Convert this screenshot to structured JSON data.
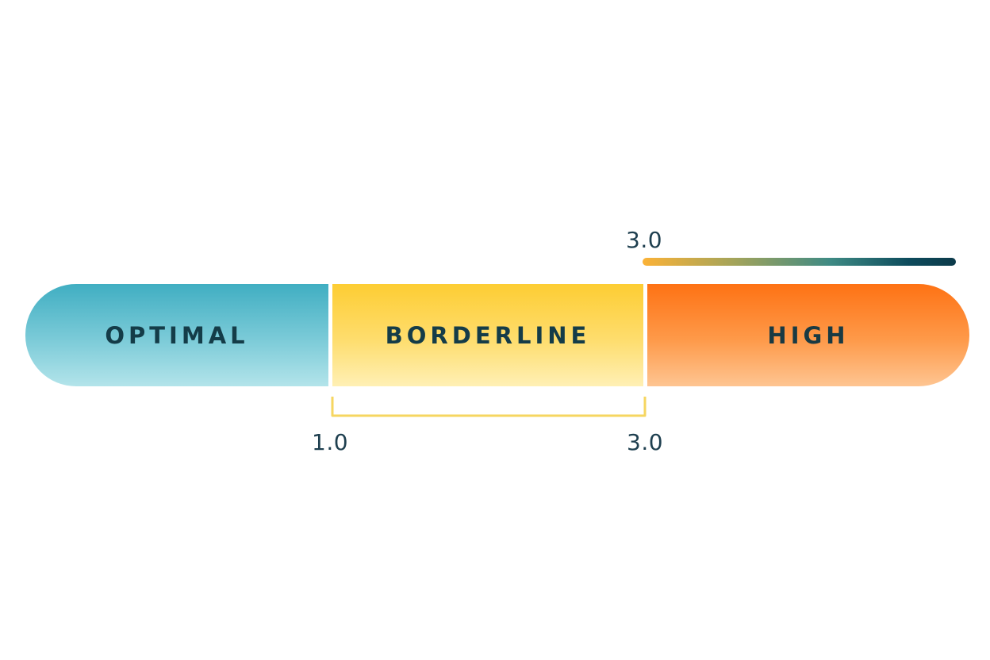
{
  "segments": [
    {
      "label": "OPTIMAL",
      "color_top": "#40aec2",
      "color_bottom": "#b3e4ea"
    },
    {
      "label": "BORDERLINE",
      "color_top": "#fdcd33",
      "color_bottom": "#fff0b5"
    },
    {
      "label": "HIGH",
      "color_top": "#fe7214",
      "color_bottom": "#fec592"
    }
  ],
  "thresholds": {
    "high_start_label": "3.0",
    "borderline_start_label": "1.0",
    "borderline_end_label": "3.0"
  },
  "colors": {
    "text": "#143c48",
    "bracket": "#f6d660",
    "threshold_line_start": "#fbb237",
    "threshold_line_end": "#0c3a4a"
  }
}
